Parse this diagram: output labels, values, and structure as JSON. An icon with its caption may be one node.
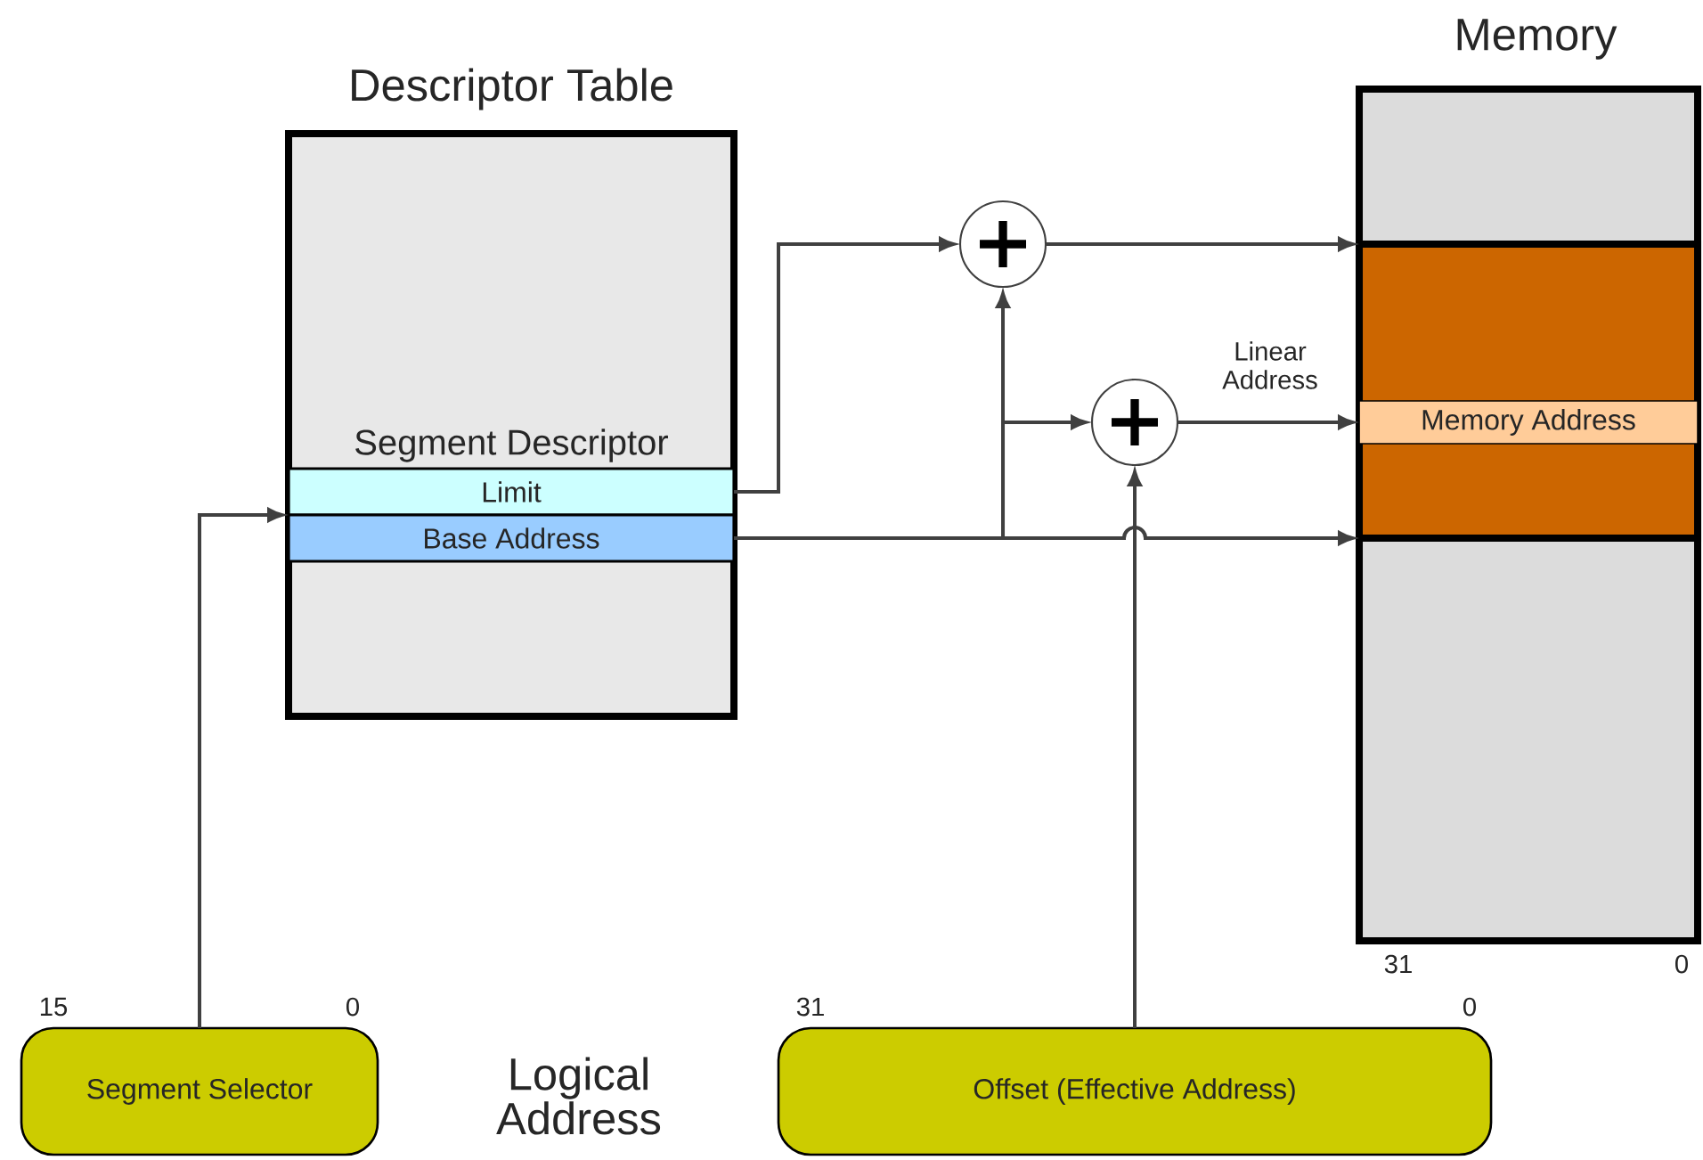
{
  "diagram": {
    "nodes": [
      {
        "text": [
          "Descriptor Table"
        ]
      },
      {
        "text": [
          "Limit"
        ],
        "in": 0
      },
      {
        "text": [
          "Base Address"
        ],
        "in": 0
      },
      {
        "text": [],
        "shape": "circle"
      },
      {
        "text": [],
        "shape": "circle"
      },
      {
        "text": [
          "Memory"
        ],
        "beside": [
          "31",
          "0"
        ]
      },
      {
        "text": [],
        "shape": "box",
        "in": 5
      },
      {
        "text": [
          "Memory Address"
        ],
        "in": 6
      },
      {
        "text": [
          "Segment Selector"
        ],
        "beside": [
          "15",
          "0"
        ]
      },
      {
        "text": [
          "Offset (Effective Address)"
        ],
        "beside": [
          "31",
          "0"
        ]
      }
    ],
    "edges": [
      {
        "from": 8,
        "to": 0,
        "arrow": "to"
      },
      {
        "from": 1,
        "to": 3,
        "arrow": "to"
      },
      {
        "from": 2,
        "to": 3,
        "arrow": "to"
      },
      {
        "from": 2,
        "to": 4,
        "arrow": "to"
      },
      {
        "from": 2,
        "to": 6,
        "arrow": "to"
      },
      {
        "from": 3,
        "to": 6,
        "arrow": "to"
      },
      {
        "from": 4,
        "to": 7,
        "arrow": "to",
        "label": "Linear Address"
      },
      {
        "from": 9,
        "to": 4,
        "arrow": "to"
      }
    ],
    "labels": [
      "Segment Descriptor",
      "Logical Address"
    ]
  }
}
